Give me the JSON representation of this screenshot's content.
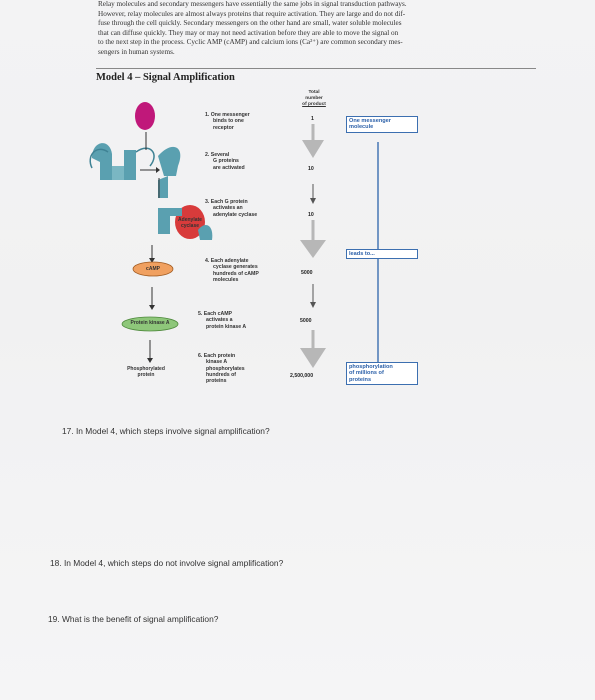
{
  "intro": {
    "lines": [
      "Relay molecules and secondary messengers have essentially the same jobs in signal transduction pathways.",
      "However, relay molecules are almost always proteins that require activation. They are large and do not dif-",
      "fuse through the cell quickly. Secondary messengers on the other hand are small, water soluble molecules",
      "that can diffuse quickly. They may or may not need activation before they are able to move the signal on",
      "to the next step in the process. Cyclic AMP (cAMP) and calcium ions (Ca²⁺) are common secondary mes-",
      "sengers in human systems."
    ]
  },
  "model": {
    "title": "Model 4 – Signal Amplification",
    "total_header": [
      "Total",
      "number",
      "of product"
    ],
    "steps": [
      {
        "lines": [
          "1.  One messenger",
          "binds to one",
          "receptor"
        ],
        "total": "1"
      },
      {
        "lines": [
          "2.  Several",
          "G proteins",
          "are activated"
        ],
        "total": "10"
      },
      {
        "lines": [
          "3.  Each G protein",
          "activates an",
          "adenylate cyclase"
        ],
        "total": "10"
      },
      {
        "lines": [
          "4.  Each adenylate",
          "cyclase generates",
          "hundreds of cAMP",
          "molecules"
        ],
        "total": "5000"
      },
      {
        "lines": [
          "5.  Each cAMP",
          "activates a",
          "protein kinase A"
        ],
        "total": "5000"
      },
      {
        "lines": [
          "6.  Each protein",
          "kinase A",
          "phosphorylates",
          "hundreds of",
          "proteins"
        ],
        "total": "2,500,000"
      }
    ],
    "side_labels": {
      "adenylate": [
        "Adenylate",
        "cyclase"
      ],
      "camp": "cAMP",
      "pka": "Protein kinase A",
      "phos": [
        "Phosphorylated",
        "protein"
      ]
    },
    "boxes": {
      "one": [
        "One messenger",
        "molecule"
      ],
      "leads": "leads to...",
      "phos": [
        "phosphorylation",
        "of millions of",
        "proteins"
      ]
    },
    "colors": {
      "messenger": "#c0187a",
      "receptor": "#5aa0b0",
      "gprotein": "#d83b3b",
      "camp": "#f0a060",
      "pka": "#8ec77a",
      "arrow_big": "#b7b7b7",
      "box_border": "#3c6fb0"
    }
  },
  "questions": [
    {
      "label": "17.  In Model 4, which steps involve signal amplification?"
    },
    {
      "label": "18.  In Model 4, which steps do not involve signal amplification?"
    },
    {
      "label": "19.  What is the benefit of signal amplification?"
    }
  ]
}
